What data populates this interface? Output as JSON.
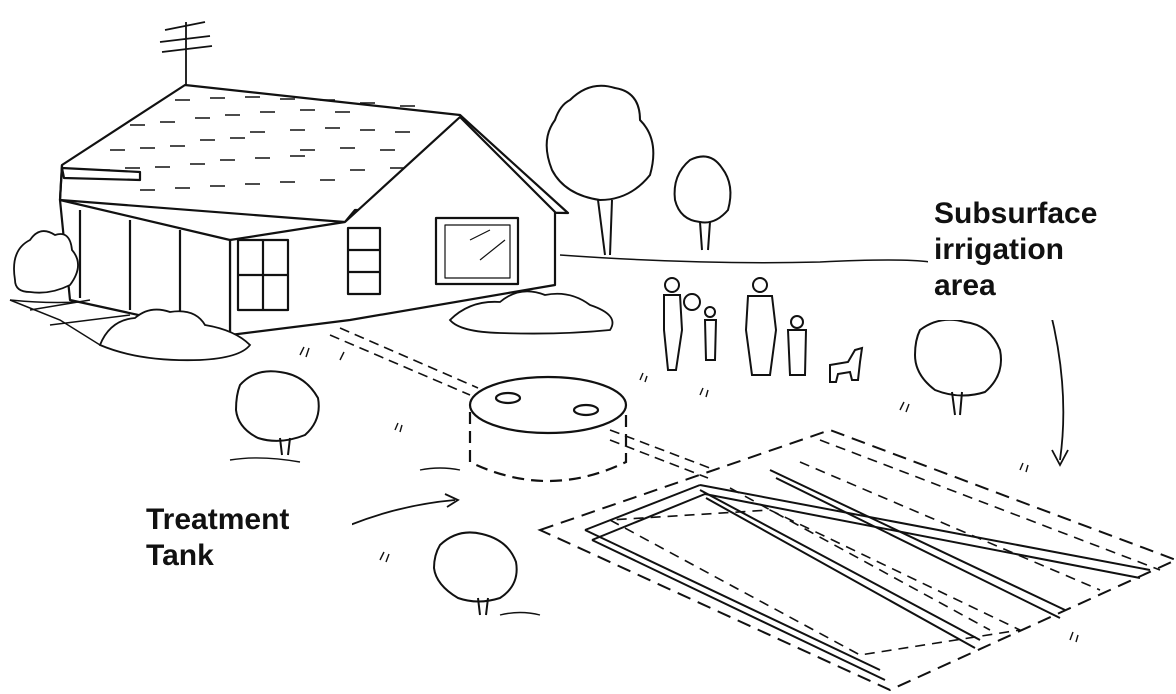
{
  "labels": {
    "treatment_tank": [
      "Treatment",
      "Tank"
    ],
    "subsurface_area": [
      "Subsurface",
      "irrigation",
      "area"
    ]
  },
  "colors": {
    "ink": "#111111",
    "background": "#ffffff"
  },
  "icons": [
    "house",
    "tv-antenna",
    "tree",
    "shrub",
    "people-group",
    "dog",
    "treatment-tank",
    "irrigation-pipes",
    "arrow"
  ]
}
